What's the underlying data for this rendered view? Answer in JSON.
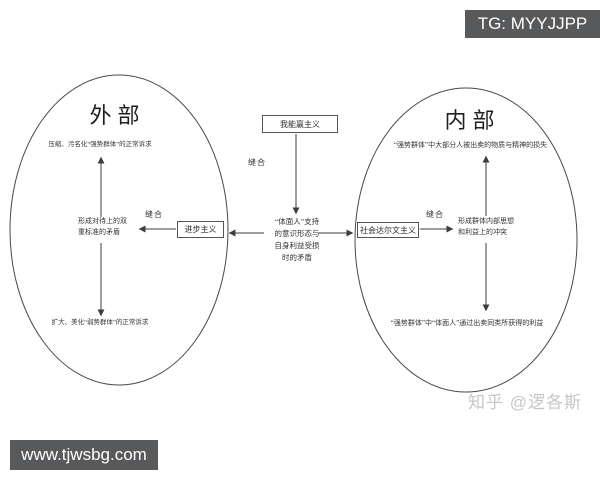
{
  "watermarks": {
    "tg_badge": "TG: MYYJJPP",
    "site_badge": "www.tjwsbg.com",
    "zhihu_credit": "知乎 @逻各斯"
  },
  "colors": {
    "badge_bg": "#58595b",
    "badge_text": "#ffffff",
    "diagram_line": "#3d3d3d",
    "watermark_gray": "#c6c6c6"
  },
  "diagram": {
    "left_ellipse": {
      "title": "外部",
      "top_text": "压缩、污名化“强势群体”的正常诉求",
      "middle_lines": [
        "形成对待上的双",
        "重标准的矛盾"
      ],
      "bottom_text": "扩大、美化“弱势群体”的正常诉求"
    },
    "right_ellipse": {
      "title": "内部",
      "top_text": "“强势群体”中大部分人被出卖的物质与精神的损失",
      "middle_lines": [
        "形成群体内部思想",
        "和利益上的冲突"
      ],
      "bottom_text": "“强势群体”中“体面人”通过出卖同类所获得的利益"
    },
    "center": {
      "top_box_label": "我能赢主义",
      "left_box_label": "进步主义",
      "right_box_label": "社会达尔文主义",
      "middle_lines": [
        "“体面人”支持",
        "的意识形态与",
        "自身利益受损",
        "时的矛盾"
      ],
      "suture_label": "缝合"
    }
  }
}
